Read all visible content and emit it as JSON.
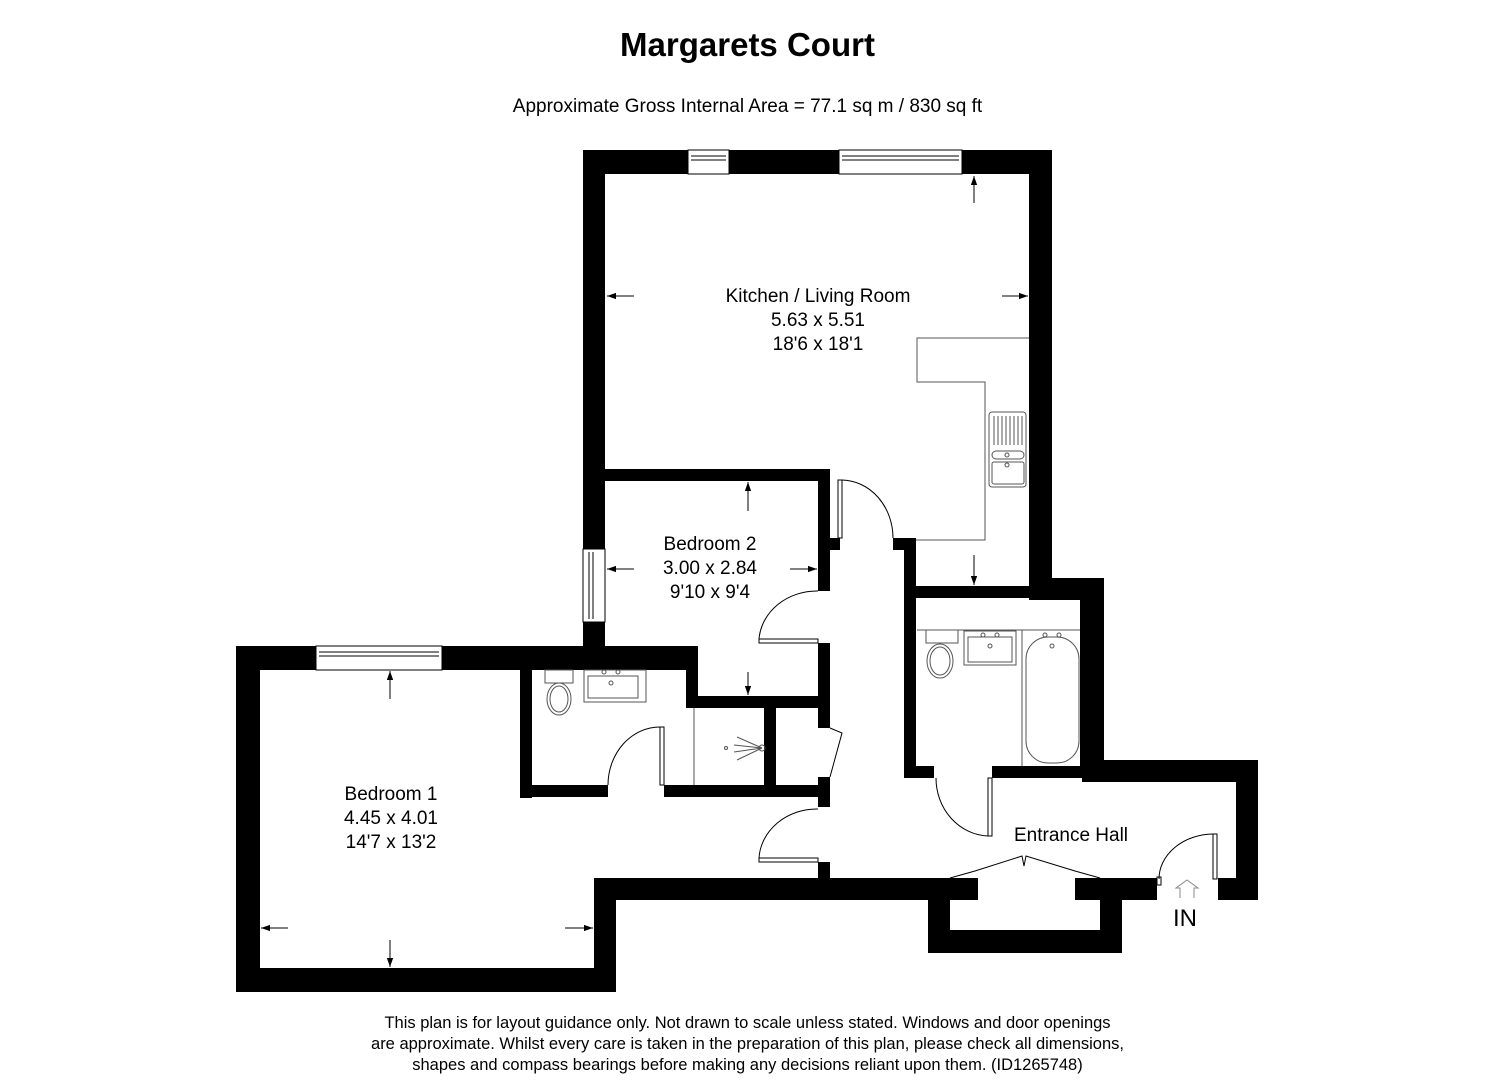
{
  "header": {
    "title": "Margarets Court",
    "area": "Approximate Gross Internal Area = 77.1 sq m / 830 sq ft"
  },
  "rooms": [
    {
      "name": "Kitchen / Living Room",
      "metric": "5.63 x 5.51",
      "imperial": "18'6 x 18'1"
    },
    {
      "name": "Bedroom 2",
      "metric": "3.00 x 2.84",
      "imperial": "9'10 x 9'4"
    },
    {
      "name": "Bedroom 1",
      "metric": "4.45 x 4.01",
      "imperial": "14'7 x 13'2"
    },
    {
      "name": "Entrance Hall"
    }
  ],
  "entrance": {
    "label": "IN"
  },
  "icons": {
    "toilet": "toilet-icon",
    "basin": "basin-icon",
    "bath": "bath-icon",
    "sink": "kitchen-sink-icon",
    "shower": "shower-icon",
    "arrow": "dimension-arrow-icon",
    "window": "window-icon",
    "door": "door-swing-icon"
  },
  "colors": {
    "wall": "#000000",
    "background": "#ffffff",
    "fixture_line": "#555555"
  },
  "footer": {
    "disclaimer_lines": [
      "This plan is for layout guidance only. Not drawn to scale unless stated. Windows and door openings",
      "are approximate. Whilst every care is taken in the preparation of this plan, please check all dimensions,",
      "shapes and compass bearings before making any decisions reliant upon them. (ID1265748)"
    ]
  }
}
